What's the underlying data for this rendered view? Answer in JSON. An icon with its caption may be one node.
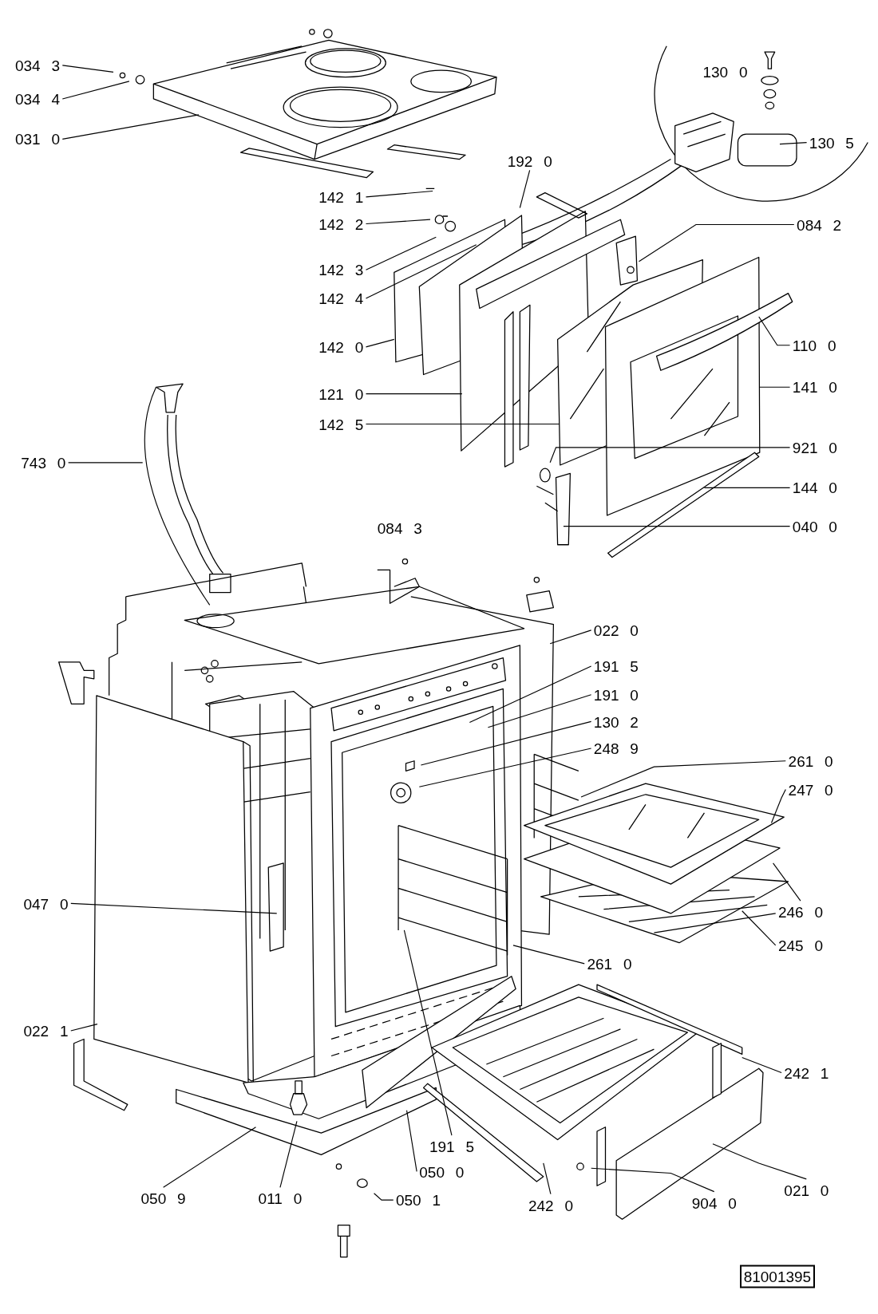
{
  "diagram": {
    "nodes": [
      {
        "text": [
          "034 3"
        ]
      },
      {
        "text": [
          "034 4"
        ]
      },
      {
        "text": [
          "031 0"
        ]
      },
      {
        "text": [
          "130 5"
        ]
      },
      {
        "text": [
          "192 0"
        ]
      },
      {
        "text": [
          "142 1"
        ]
      },
      {
        "text": [
          "142 2"
        ]
      },
      {
        "text": [
          "142 3"
        ]
      },
      {
        "text": [
          "142 4"
        ]
      },
      {
        "text": [
          "084 2"
        ]
      },
      {
        "text": [
          "142 0"
        ]
      },
      {
        "text": [
          "110 0"
        ]
      },
      {
        "text": [
          "121 0"
        ]
      },
      {
        "text": [
          "141 0"
        ]
      },
      {
        "text": [
          "142 5"
        ]
      },
      {
        "text": [
          "921 0"
        ]
      },
      {
        "text": [
          "743 0"
        ]
      },
      {
        "text": [
          "144 0"
        ]
      },
      {
        "text": [
          "040 0"
        ]
      },
      {
        "text": [
          "022 0"
        ]
      },
      {
        "text": [
          "191 5"
        ]
      },
      {
        "text": [
          "191 0"
        ]
      },
      {
        "text": [
          "130 2"
        ]
      },
      {
        "text": [
          "248 9"
        ]
      },
      {
        "text": [
          "261 0"
        ]
      },
      {
        "text": [
          "247 0"
        ]
      },
      {
        "text": [
          "047 0"
        ]
      },
      {
        "text": [
          "246 0"
        ]
      },
      {
        "text": [
          "245 0"
        ]
      },
      {
        "text": [
          "261 0"
        ]
      },
      {
        "text": [
          "022 1"
        ]
      },
      {
        "text": [
          "242 1"
        ]
      },
      {
        "text": [
          "191 5"
        ]
      },
      {
        "text": [
          "050 0"
        ]
      },
      {
        "text": [
          "050 9"
        ]
      },
      {
        "text": [
          "011 0"
        ]
      },
      {
        "text": [
          "050 1"
        ]
      },
      {
        "text": [
          "242 0"
        ]
      },
      {
        "text": [
          "904 0"
        ]
      },
      {
        "text": [
          "021 0"
        ]
      },
      {
        "text": [
          "81001395"
        ]
      }
    ],
    "edges": [
      {
        "from": 0,
        "to": null,
        "arrow": "none"
      },
      {
        "from": 1,
        "to": null,
        "arrow": "none"
      },
      {
        "from": 2,
        "to": null,
        "arrow": "none"
      },
      {
        "from": 3,
        "to": null,
        "arrow": "none"
      },
      {
        "from": 4,
        "to": null,
        "arrow": "none"
      },
      {
        "from": 5,
        "to": null,
        "arrow": "none"
      },
      {
        "from": 6,
        "to": null,
        "arrow": "none"
      },
      {
        "from": 7,
        "to": null,
        "arrow": "none"
      },
      {
        "from": 8,
        "to": null,
        "arrow": "none"
      },
      {
        "from": 9,
        "to": null,
        "arrow": "none"
      },
      {
        "from": 10,
        "to": null,
        "arrow": "none"
      },
      {
        "from": 11,
        "to": null,
        "arrow": "none"
      },
      {
        "from": 12,
        "to": null,
        "arrow": "none"
      },
      {
        "from": 13,
        "to": null,
        "arrow": "none"
      },
      {
        "from": 14,
        "to": null,
        "arrow": "none"
      },
      {
        "from": 15,
        "to": null,
        "arrow": "none"
      },
      {
        "from": 16,
        "to": null,
        "arrow": "none"
      },
      {
        "from": 17,
        "to": null,
        "arrow": "none"
      },
      {
        "from": 18,
        "to": null,
        "arrow": "none"
      },
      {
        "from": 19,
        "to": null,
        "arrow": "none"
      },
      {
        "from": 20,
        "to": null,
        "arrow": "none"
      },
      {
        "from": 21,
        "to": null,
        "arrow": "none"
      },
      {
        "from": 22,
        "to": null,
        "arrow": "none"
      },
      {
        "from": 23,
        "to": null,
        "arrow": "none"
      },
      {
        "from": 24,
        "to": null,
        "arrow": "none"
      },
      {
        "from": 25,
        "to": null,
        "arrow": "none"
      },
      {
        "from": 26,
        "to": null,
        "arrow": "none"
      },
      {
        "from": 27,
        "to": null,
        "arrow": "none"
      },
      {
        "from": 28,
        "to": null,
        "arrow": "none"
      },
      {
        "from": 29,
        "to": null,
        "arrow": "none"
      },
      {
        "from": 30,
        "to": null,
        "arrow": "none"
      },
      {
        "from": 31,
        "to": null,
        "arrow": "none"
      },
      {
        "from": 32,
        "to": null,
        "arrow": "none"
      },
      {
        "from": 33,
        "to": null,
        "arrow": "none"
      },
      {
        "from": 34,
        "to": null,
        "arrow": "none"
      },
      {
        "from": 35,
        "to": null,
        "arrow": "none"
      },
      {
        "from": 36,
        "to": null,
        "arrow": "none"
      },
      {
        "from": 37,
        "to": null,
        "arrow": "none"
      },
      {
        "from": 38,
        "to": null,
        "arrow": "none"
      },
      {
        "from": 39,
        "to": null,
        "arrow": "none"
      }
    ],
    "labels": [
      "130 0",
      "084 3"
    ]
  }
}
